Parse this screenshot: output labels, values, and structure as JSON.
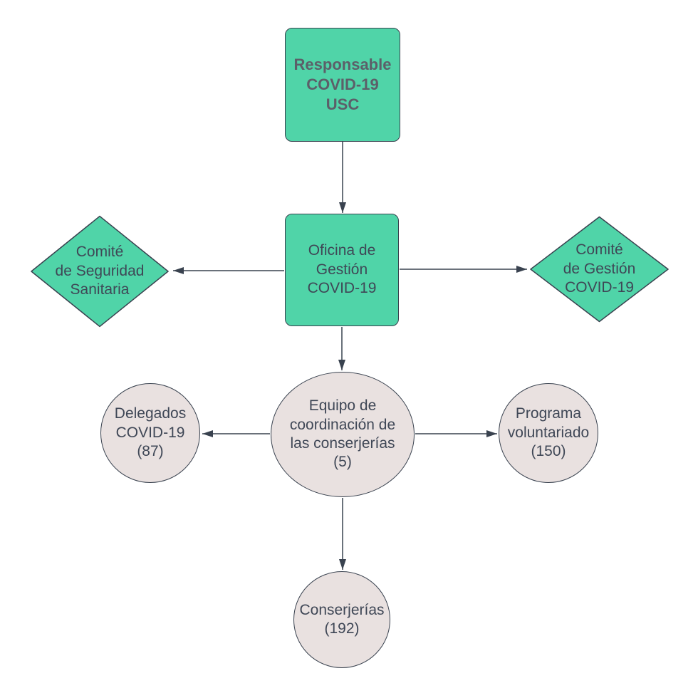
{
  "palette": {
    "background": "#ffffff",
    "node_green": "#50d4a8",
    "node_gray": "#e9e1e0",
    "stroke": "#39424f",
    "text": "#3f4756",
    "title_text": "#5c5f69"
  },
  "diagram": {
    "type": "flowchart",
    "nodes": [
      {
        "id": "responsable-covid19-usc",
        "shape": "rounded-rectangle",
        "label": "Responsable\nCOVID-19\nUSC"
      },
      {
        "id": "oficina-gestion-covid19",
        "shape": "rounded-rectangle",
        "label": "Oficina de\nGestión\nCOVID-19"
      },
      {
        "id": "comite-seguridad-sanitaria",
        "shape": "diamond",
        "label": "Comité\nde Seguridad\nSanitaria"
      },
      {
        "id": "comite-gestion-covid19",
        "shape": "diamond",
        "label": "Comité\nde Gestión\nCOVID-19"
      },
      {
        "id": "equipo-coordinacion-conserjerias",
        "shape": "circle",
        "label": "Equipo de\ncoordinación de\nlas conserjerías\n(5)",
        "count": 5
      },
      {
        "id": "delegados-covid19",
        "shape": "circle",
        "label": "Delegados\nCOVID-19\n(87)",
        "count": 87
      },
      {
        "id": "programa-voluntariado",
        "shape": "circle",
        "label": "Programa\nvoluntariado\n(150)",
        "count": 150
      },
      {
        "id": "conserjerias",
        "shape": "circle",
        "label": "Conserjerías\n(192)",
        "count": 192
      }
    ],
    "connectors": [
      {
        "from": "responsable-covid19-usc",
        "to": "oficina-gestion-covid19"
      },
      {
        "from": "oficina-gestion-covid19",
        "to": "comite-seguridad-sanitaria"
      },
      {
        "from": "oficina-gestion-covid19",
        "to": "comite-gestion-covid19"
      },
      {
        "from": "oficina-gestion-covid19",
        "to": "equipo-coordinacion-conserjerias"
      },
      {
        "from": "equipo-coordinacion-conserjerias",
        "to": "delegados-covid19"
      },
      {
        "from": "equipo-coordinacion-conserjerias",
        "to": "programa-voluntariado"
      },
      {
        "from": "equipo-coordinacion-conserjerias",
        "to": "conserjerias"
      }
    ]
  }
}
